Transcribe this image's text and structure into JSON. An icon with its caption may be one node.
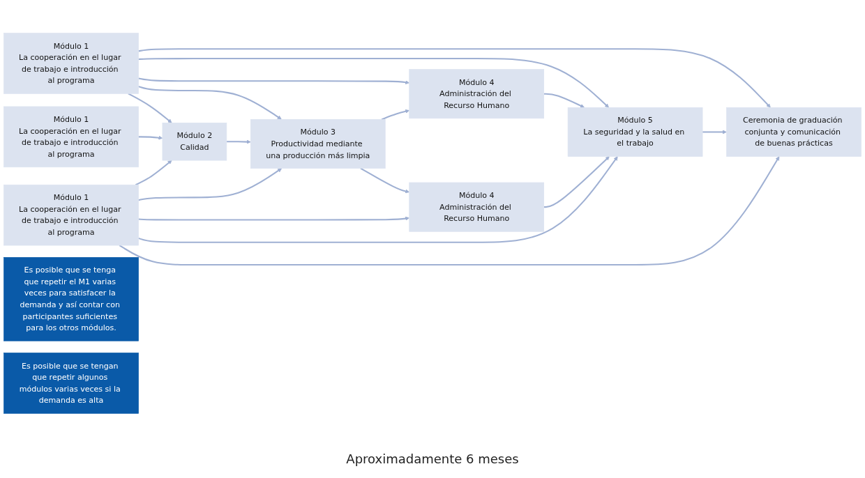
{
  "diagram": {
    "caption": "Aproximadamente 6 meses",
    "nodes": [
      {
        "text": [
          "Módulo 1",
          "La cooperación en el lugar de trabajo e introducción al programa"
        ]
      },
      {
        "text": [
          "Módulo 1",
          "La cooperación en el lugar de trabajo e introducción al programa"
        ]
      },
      {
        "text": [
          "Módulo 1",
          "La cooperación en el lugar de trabajo e introducción al programa"
        ]
      },
      {
        "text": [
          "Módulo 2",
          "Calidad"
        ]
      },
      {
        "text": [
          "Módulo 3",
          "Productividad mediante una producción más limpia"
        ]
      },
      {
        "text": [
          "Módulo 4",
          "Administración del Recurso Humano"
        ]
      },
      {
        "text": [
          "Módulo 4",
          "Administración del Recurso Humano"
        ]
      },
      {
        "text": [
          "Módulo 5",
          "La seguridad y la salud en el trabajo"
        ]
      },
      {
        "text": [
          "Ceremonia de graduación conjunta y comunicación de buenas prácticas"
        ]
      },
      {
        "text": [
          "Es posible que se tenga que repetir el M1 varias veces para satisfacer la demanda y así contar con participantes suficientes para los otros módulos."
        ]
      },
      {
        "text": [
          "Es posible que se tengan que repetir algunos módulos varias veces si la demanda es alta"
        ]
      }
    ],
    "edges": [
      {
        "from": 0,
        "to": 3,
        "arrow": "to"
      },
      {
        "from": 0,
        "to": 4,
        "arrow": "to"
      },
      {
        "from": 0,
        "to": 5,
        "arrow": "to"
      },
      {
        "from": 0,
        "to": 7,
        "arrow": "to"
      },
      {
        "from": 0,
        "to": 8,
        "arrow": "to"
      },
      {
        "from": 1,
        "to": 3,
        "arrow": "to"
      },
      {
        "from": 3,
        "to": 4,
        "arrow": "to"
      },
      {
        "from": 4,
        "to": 5,
        "arrow": "to"
      },
      {
        "from": 4,
        "to": 6,
        "arrow": "to"
      },
      {
        "from": 5,
        "to": 7,
        "arrow": "to"
      },
      {
        "from": 6,
        "to": 7,
        "arrow": "to"
      },
      {
        "from": 7,
        "to": 8,
        "arrow": "to"
      },
      {
        "from": 2,
        "to": 3,
        "arrow": "to"
      },
      {
        "from": 2,
        "to": 4,
        "arrow": "to"
      },
      {
        "from": 2,
        "to": 6,
        "arrow": "to"
      },
      {
        "from": 2,
        "to": 7,
        "arrow": "to"
      },
      {
        "from": 2,
        "to": 8,
        "arrow": "to"
      }
    ]
  }
}
